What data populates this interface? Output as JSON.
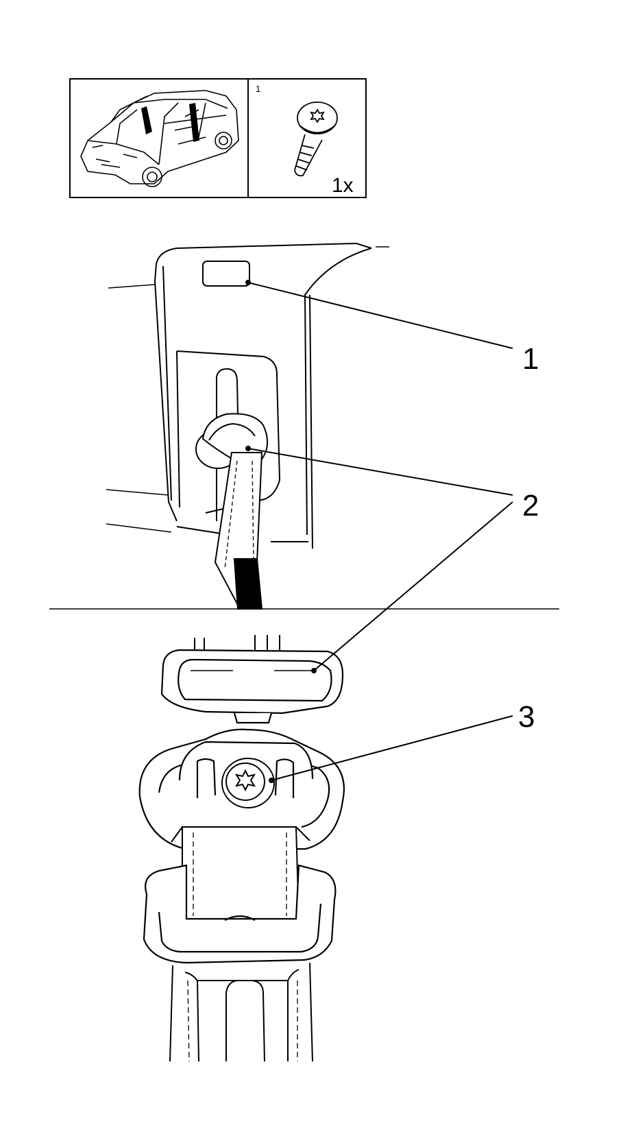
{
  "header_panel": {
    "part_index": "1",
    "quantity": "1x",
    "icons": [
      "car-body-locator-icon",
      "torx-screw-icon"
    ]
  },
  "callouts": {
    "c1": "1",
    "c2": "2",
    "c3": "3"
  },
  "colors": {
    "stroke": "#000000",
    "background": "#ffffff"
  }
}
